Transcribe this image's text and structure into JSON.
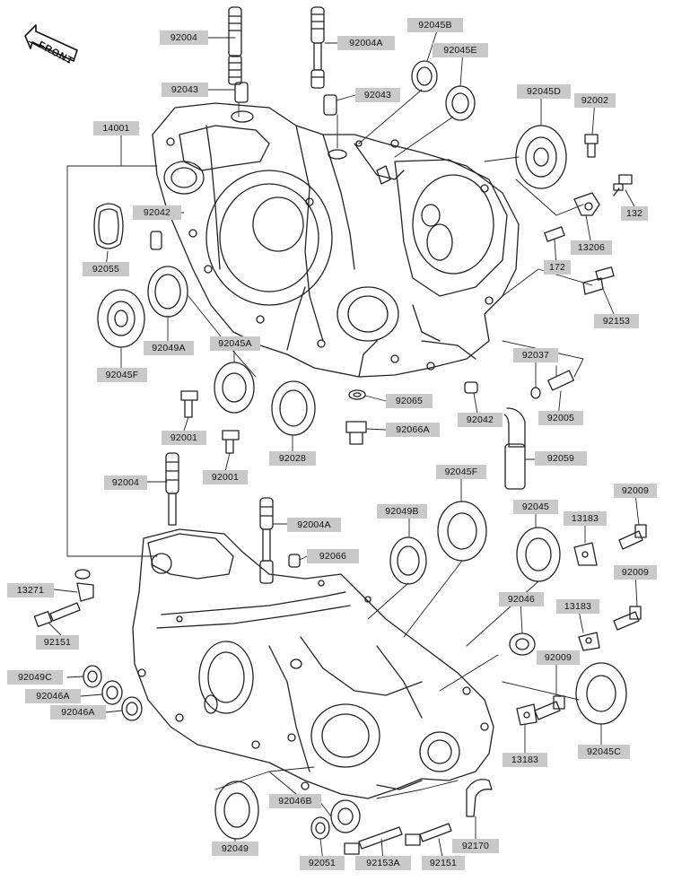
{
  "front_badge": "FRONT",
  "labels": {
    "p92004_top": "92004",
    "p92004A_top": "92004A",
    "p92045B": "92045B",
    "p92045E": "92045E",
    "p92043_left": "92043",
    "p92043_right": "92043",
    "p14001": "14001",
    "p92045D": "92045D",
    "p92002": "92002",
    "p92042_left": "92042",
    "p132": "132",
    "p13206": "13206",
    "p92055": "92055",
    "p172": "172",
    "p92153": "92153",
    "p92049A": "92049A",
    "p92045A": "92045A",
    "p92045F_left": "92045F",
    "p92037": "92037",
    "p92065": "92065",
    "p92042_right": "92042",
    "p92005": "92005",
    "p92001_a": "92001",
    "p92066A": "92066A",
    "p92001_b": "92001",
    "p92028": "92028",
    "p92059": "92059",
    "p92004_low": "92004",
    "p92045F_right": "92045F",
    "p92009_top": "92009",
    "p92049B": "92049B",
    "p92045": "92045",
    "p13183_top": "13183",
    "p92004A_low": "92004A",
    "p92066": "92066",
    "p13271": "13271",
    "p92009_mid": "92009",
    "p13183_mid": "13183",
    "p92046": "92046",
    "p92151_left": "92151",
    "p92049C": "92049C",
    "p92009_low": "92009",
    "p92046A_a": "92046A",
    "p92046A_b": "92046A",
    "p92045C": "92045C",
    "p13183_low": "13183",
    "p92046B": "92046B",
    "p92049": "92049",
    "p92170": "92170",
    "p92051": "92051",
    "p92153A": "92153A",
    "p92151_right": "92151"
  }
}
